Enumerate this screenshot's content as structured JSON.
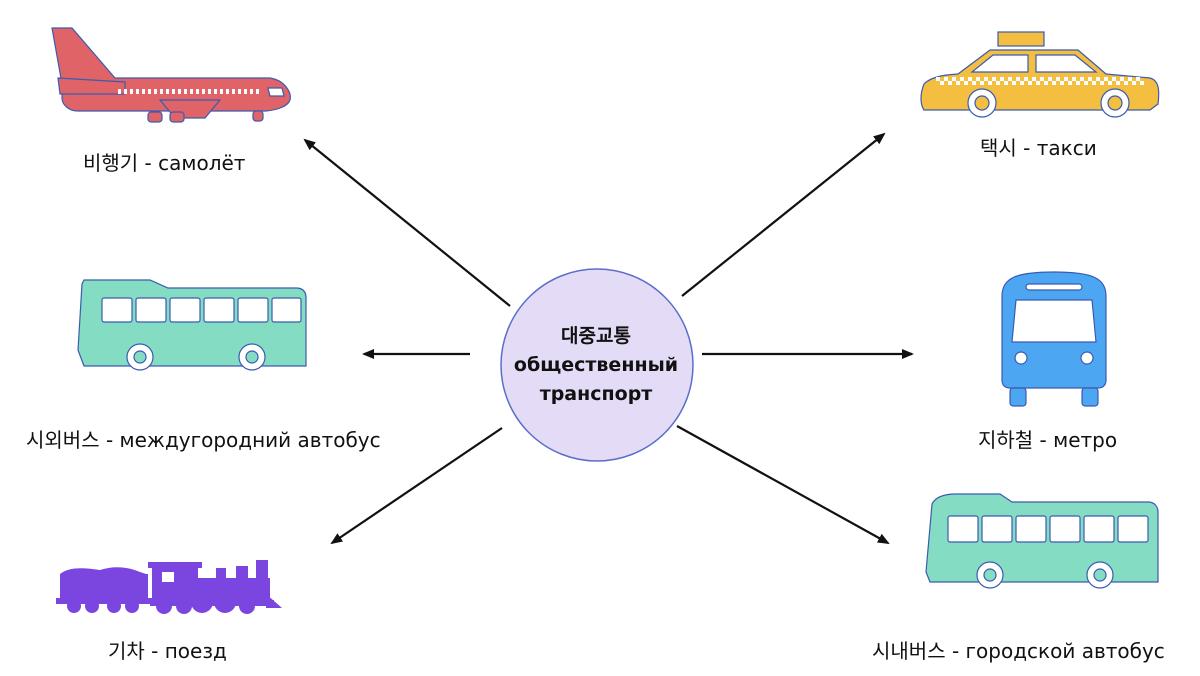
{
  "center": {
    "line1": "대중교통",
    "line2": "общественный",
    "line3": "транспорт"
  },
  "items": [
    {
      "label": "비행기 - самолёт",
      "icon": "airplane-icon",
      "color": "#E06467"
    },
    {
      "label": "택시 - такси",
      "icon": "taxi-icon",
      "color": "#F4BE41"
    },
    {
      "label": "시외버스 - междугородний автобус",
      "icon": "intercity-bus-icon",
      "color": "#84DCC3"
    },
    {
      "label": "지하철 - метро",
      "icon": "metro-icon",
      "color": "#4DA6F2"
    },
    {
      "label": "기차 - поезд",
      "icon": "train-icon",
      "color": "#7B45E0"
    },
    {
      "label": "시내버스 - городской автобус",
      "icon": "city-bus-icon",
      "color": "#84DCC3"
    }
  ],
  "colors": {
    "center_fill": "#E4DBF6",
    "center_stroke": "#5B6FC8",
    "arrow": "#111111",
    "icon_outline": "#3A5BB0"
  }
}
